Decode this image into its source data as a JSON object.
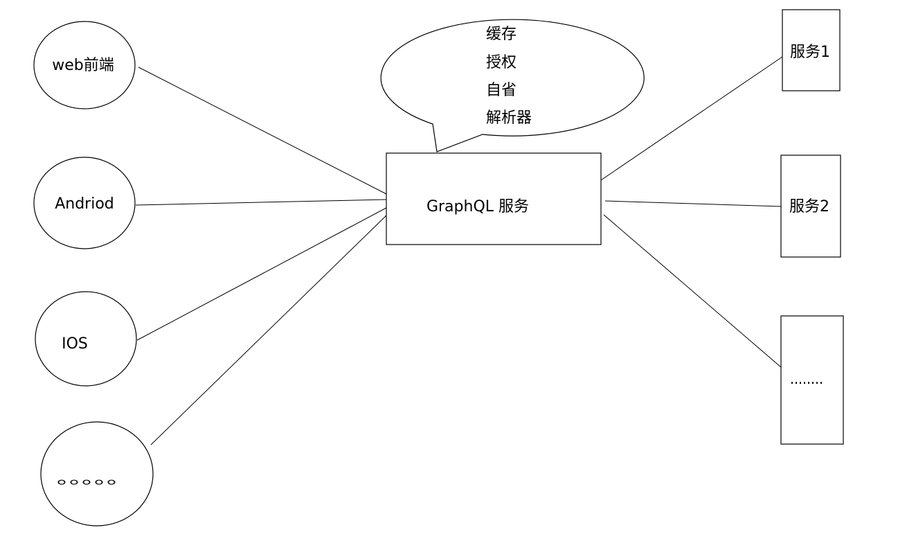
{
  "nodes": {
    "client_web": "web前端",
    "client_android": "Andriod",
    "client_ios": "IOS",
    "client_more": "。。。。。",
    "graphql": "GraphQL 服务",
    "service_1": "服务1",
    "service_2": "服务2",
    "service_more": "........"
  },
  "bubble": {
    "items": [
      "缓存",
      "授权",
      "自省",
      "解析器"
    ]
  },
  "colors": {
    "stroke": "#000000",
    "fill": "#ffffff",
    "background": "#ffffff"
  }
}
